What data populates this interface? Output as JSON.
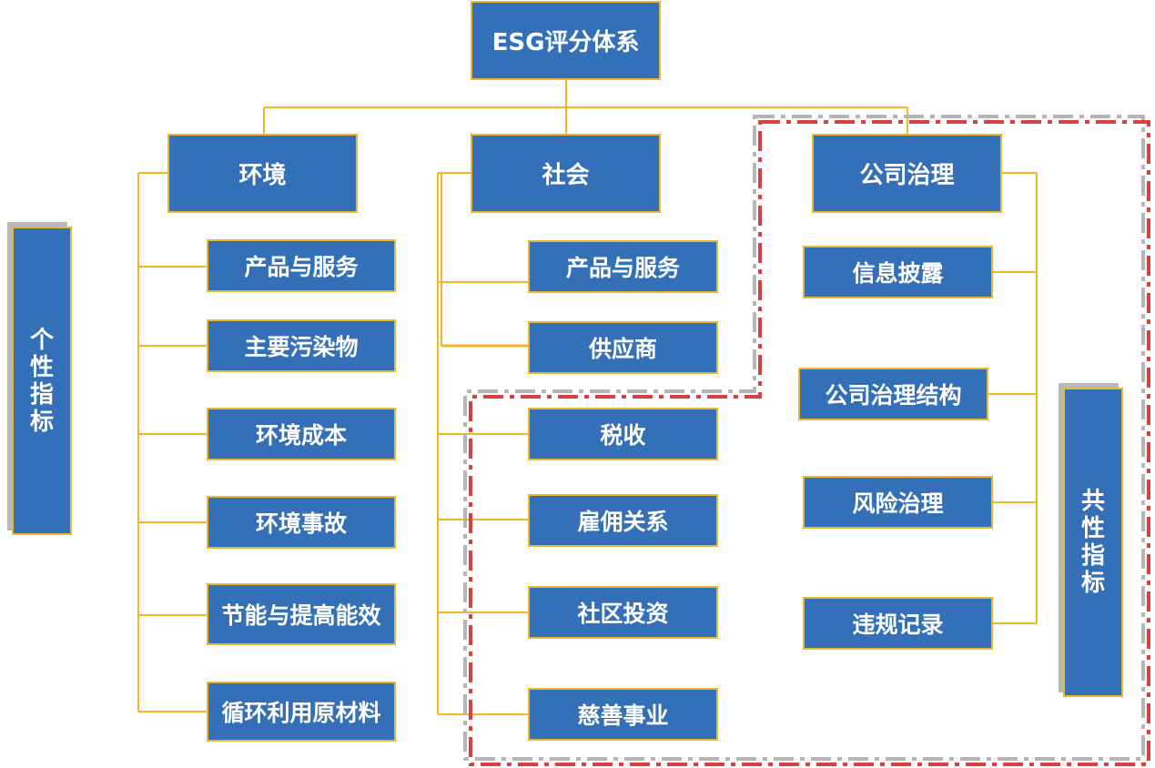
{
  "root": {
    "label": "ESG评分体系"
  },
  "environment": {
    "label": "环境",
    "items": [
      "产品与服务",
      "主要污染物",
      "环境成本",
      "环境事故",
      "节能与提高能效",
      "循环利用原材料"
    ]
  },
  "social": {
    "label": "社会",
    "items": [
      "产品与服务",
      "供应商",
      "税收",
      "雇佣关系",
      "社区投资",
      "慈善事业"
    ]
  },
  "governance": {
    "label": "公司治理",
    "items": [
      "信息披露",
      "公司治理结构",
      "风险治理",
      "违规记录"
    ]
  },
  "side_labels": {
    "individual": "个性指标",
    "common": "共性指标"
  },
  "colors": {
    "box_fill": "#3470b8",
    "box_border": "#e8b830",
    "connector": "#f2b722",
    "dash_red": "#d94040",
    "dash_gray": "#b5b5b5"
  }
}
